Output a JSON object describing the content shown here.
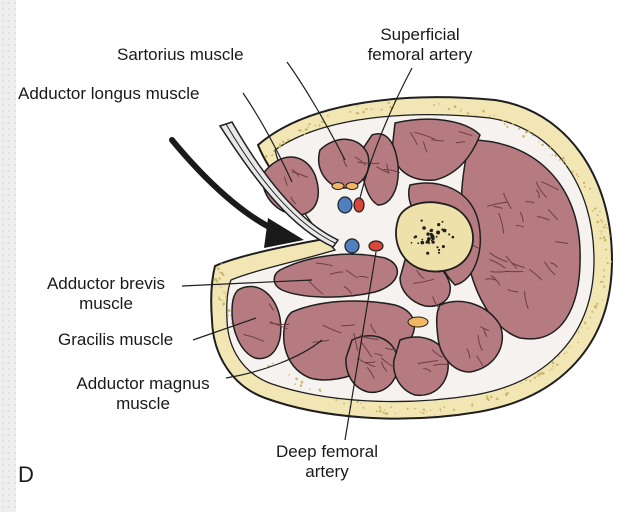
{
  "figure": {
    "panel_letter": "D",
    "labels": {
      "sartorius": "Sartorius muscle",
      "superficial_line1": "Superficial",
      "superficial_line2": "femoral artery",
      "adductor_longus": "Adductor longus muscle",
      "adductor_brevis_line1": "Adductor brevis",
      "adductor_brevis_line2": "muscle",
      "gracilis": "Gracilis muscle",
      "adductor_magnus_line1": "Adductor magnus",
      "adductor_magnus_line2": "muscle",
      "deep_femoral_line1": "Deep femoral",
      "deep_femoral_line2": "artery"
    },
    "colors": {
      "muscle": "#b57b80",
      "muscle_fiber": "#6e3d44",
      "fat": "#f2e7b4",
      "fascia": "#f6f2ef",
      "bone": "#efe1aa",
      "artery": "#d8463a",
      "vein": "#4f7fbf",
      "nerve": "#f0b764",
      "outline": "#1f1f1f"
    }
  }
}
